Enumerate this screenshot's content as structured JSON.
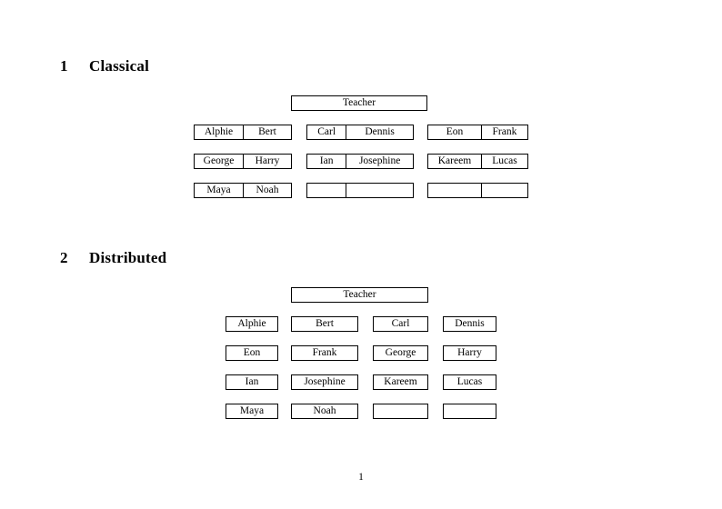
{
  "document": {
    "page_number": "1"
  },
  "sections": [
    {
      "number": "1",
      "title": "Classical",
      "diagram": {
        "root": {
          "label": "Teacher"
        },
        "rows": [
          {
            "groups": [
              {
                "cells": [
                  {
                    "label": "Alphie"
                  },
                  {
                    "label": "Bert"
                  }
                ]
              },
              {
                "cells": [
                  {
                    "label": "Carl"
                  },
                  {
                    "label": "Dennis"
                  }
                ]
              },
              {
                "cells": [
                  {
                    "label": "Eon"
                  },
                  {
                    "label": "Frank"
                  }
                ]
              }
            ]
          },
          {
            "groups": [
              {
                "cells": [
                  {
                    "label": "George"
                  },
                  {
                    "label": "Harry"
                  }
                ]
              },
              {
                "cells": [
                  {
                    "label": "Ian"
                  },
                  {
                    "label": "Josephine"
                  }
                ]
              },
              {
                "cells": [
                  {
                    "label": "Kareem"
                  },
                  {
                    "label": "Lucas"
                  }
                ]
              }
            ]
          },
          {
            "groups": [
              {
                "cells": [
                  {
                    "label": "Maya"
                  },
                  {
                    "label": "Noah"
                  }
                ]
              },
              {
                "cells": [
                  {
                    "label": ""
                  },
                  {
                    "label": ""
                  }
                ]
              },
              {
                "cells": [
                  {
                    "label": ""
                  },
                  {
                    "label": ""
                  }
                ]
              }
            ]
          }
        ]
      }
    },
    {
      "number": "2",
      "title": "Distributed",
      "diagram": {
        "root": {
          "label": "Teacher"
        },
        "rows": [
          {
            "groups": [
              {
                "cells": [
                  {
                    "label": "Alphie"
                  }
                ]
              },
              {
                "cells": [
                  {
                    "label": "Bert"
                  }
                ]
              },
              {
                "cells": [
                  {
                    "label": "Carl"
                  }
                ]
              },
              {
                "cells": [
                  {
                    "label": "Dennis"
                  }
                ]
              }
            ]
          },
          {
            "groups": [
              {
                "cells": [
                  {
                    "label": "Eon"
                  }
                ]
              },
              {
                "cells": [
                  {
                    "label": "Frank"
                  }
                ]
              },
              {
                "cells": [
                  {
                    "label": "George"
                  }
                ]
              },
              {
                "cells": [
                  {
                    "label": "Harry"
                  }
                ]
              }
            ]
          },
          {
            "groups": [
              {
                "cells": [
                  {
                    "label": "Ian"
                  }
                ]
              },
              {
                "cells": [
                  {
                    "label": "Josephine"
                  }
                ]
              },
              {
                "cells": [
                  {
                    "label": "Kareem"
                  }
                ]
              },
              {
                "cells": [
                  {
                    "label": "Lucas"
                  }
                ]
              }
            ]
          },
          {
            "groups": [
              {
                "cells": [
                  {
                    "label": "Maya"
                  }
                ]
              },
              {
                "cells": [
                  {
                    "label": "Noah"
                  }
                ]
              },
              {
                "cells": [
                  {
                    "label": ""
                  }
                ]
              },
              {
                "cells": [
                  {
                    "label": ""
                  }
                ]
              }
            ]
          }
        ]
      }
    }
  ]
}
